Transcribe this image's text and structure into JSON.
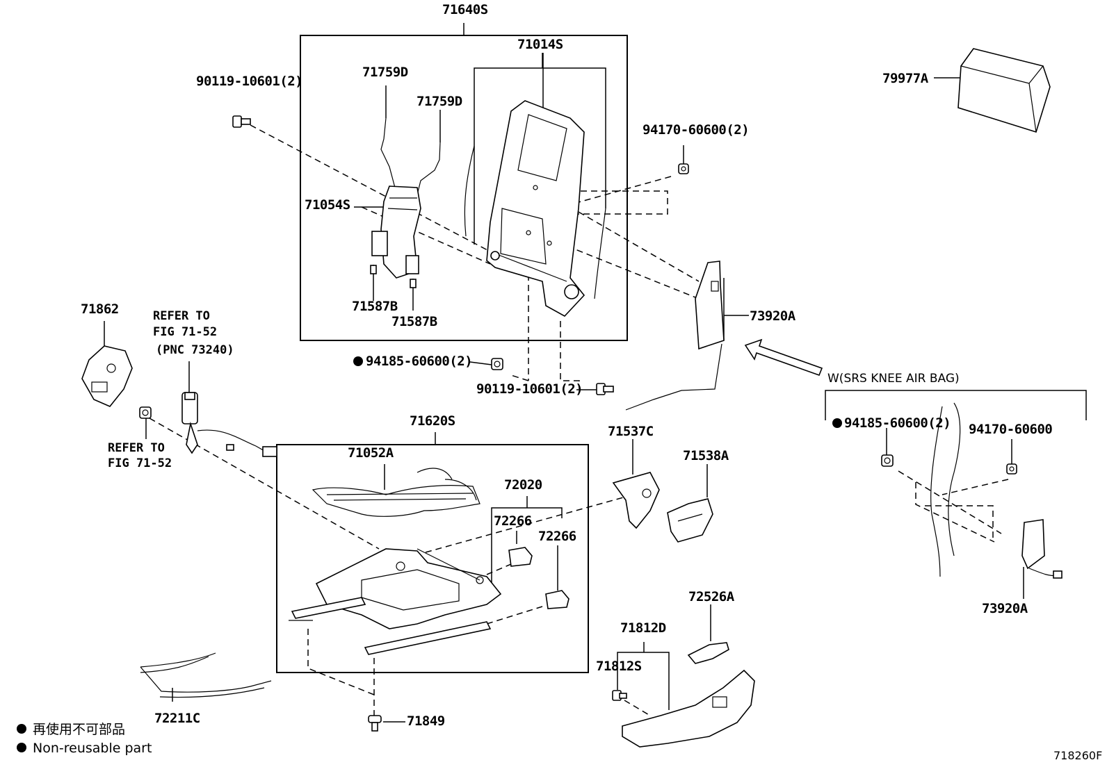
{
  "labels": {
    "p71640S": "71640S",
    "p71014S": "71014S",
    "p71759D_a": "71759D",
    "p71759D_b": "71759D",
    "p90119_top": "90119-10601(2)",
    "p71054S": "71054S",
    "p71587B_a": "71587B",
    "p71587B_b": "71587B",
    "p94170_top": "94170-60600(2)",
    "p79977A": "79977A",
    "p73920A_main": "73920A",
    "p94185_mid": "94185-60600(2)",
    "p90119_mid": "90119-10601(2)",
    "p71862": "71862",
    "p71620S": "71620S",
    "p71052A": "71052A",
    "p72020": "72020",
    "p72266_a": "72266",
    "p72266_b": "72266",
    "p71537C": "71537C",
    "p71538A": "71538A",
    "p72526A": "72526A",
    "p71812D": "71812D",
    "p71812S": "71812S",
    "p72211C": "72211C",
    "p71849": "71849",
    "p94185_knee": "94185-60600(2)",
    "p94170_knee": "94170-60600",
    "p73920A_knee": "73920A"
  },
  "refer_upper": {
    "l1": "REFER TO",
    "l2": "FIG 71-52",
    "l3": "(PNC 73240)"
  },
  "refer_lower": {
    "l1": "REFER TO",
    "l2": "FIG 71-52"
  },
  "variant_note": "W(SRS KNEE AIR BAG)",
  "legend": {
    "jp": "再使用不可部品",
    "en": "Non-reusable part"
  },
  "figure_id": "718260F"
}
